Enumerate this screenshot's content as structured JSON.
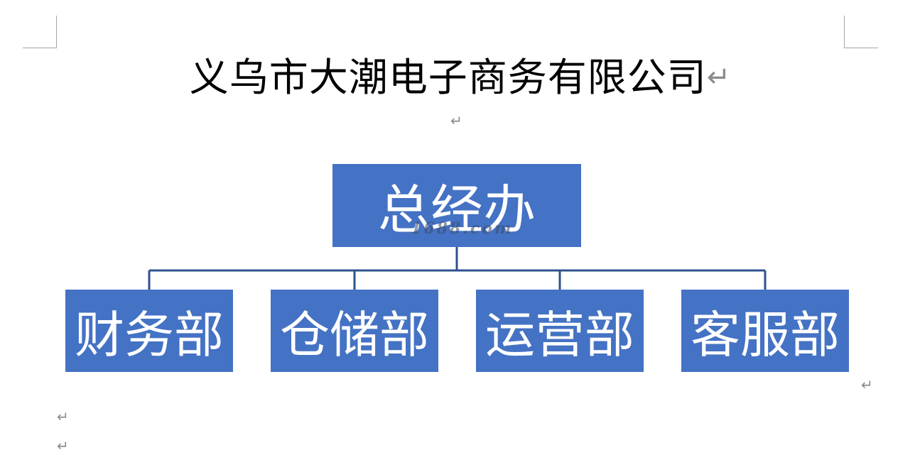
{
  "document": {
    "title": "义乌市大潮电子商务有限公司",
    "paragraph_mark": "↵"
  },
  "org_chart": {
    "root": {
      "label": "总经办",
      "watermark": "1688.com"
    },
    "departments": [
      {
        "label": "财务部"
      },
      {
        "label": "仓储部"
      },
      {
        "label": "运营部"
      },
      {
        "label": "客服部"
      }
    ]
  },
  "colors": {
    "box_fill": "#4472c4",
    "connector": "#2f528f",
    "box_text": "#ffffff",
    "paragraph_mark": "#8c8c8c"
  }
}
